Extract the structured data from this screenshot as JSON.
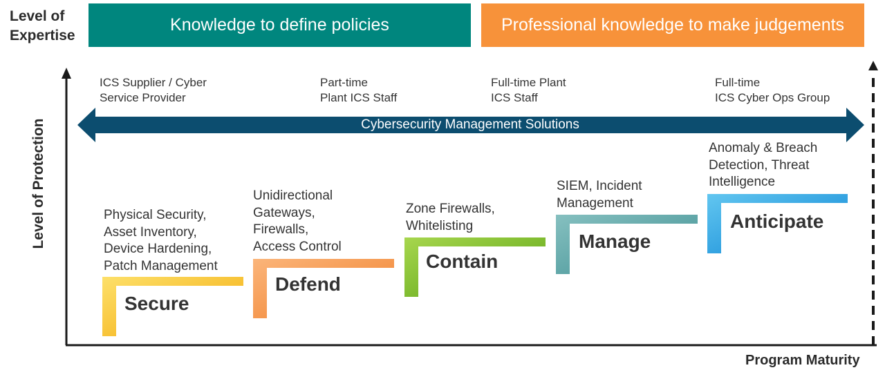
{
  "header": {
    "expertise_label": "Level of\nExpertise",
    "banner_left": "Knowledge to define policies",
    "banner_right": "Professional knowledge to make judgements"
  },
  "axes": {
    "y_label": "Level of Protection",
    "x_label": "Program Maturity"
  },
  "roles": [
    "ICS Supplier / Cyber\nService Provider",
    "Part-time\nPlant ICS Staff",
    "Full-time Plant\nICS Staff",
    "Full-time\nICS Cyber Ops Group"
  ],
  "solutions_bar": "Cybersecurity Management Solutions",
  "steps": [
    {
      "name": "Secure",
      "desc": "Physical Security,\nAsset Inventory,\nDevice Hardening,\nPatch Management",
      "color": "#f6b315"
    },
    {
      "name": "Defend",
      "desc": "Unidirectional\nGateways,\nFirewalls,\nAccess Control",
      "color": "#f79342"
    },
    {
      "name": "Contain",
      "desc": "Zone Firewalls,\nWhitelisting",
      "color": "#72b81e"
    },
    {
      "name": "Manage",
      "desc": "SIEM, Incident\nManagement",
      "color": "#4e9fa0"
    },
    {
      "name": "Anticipate",
      "desc": "Anomaly & Breach\nDetection, Threat\nIntelligence",
      "color": "#1a94de"
    }
  ],
  "colors": {
    "banner_left": "#00867e",
    "banner_right": "#f7923a",
    "solutions_bar": "#0c4d6f"
  }
}
